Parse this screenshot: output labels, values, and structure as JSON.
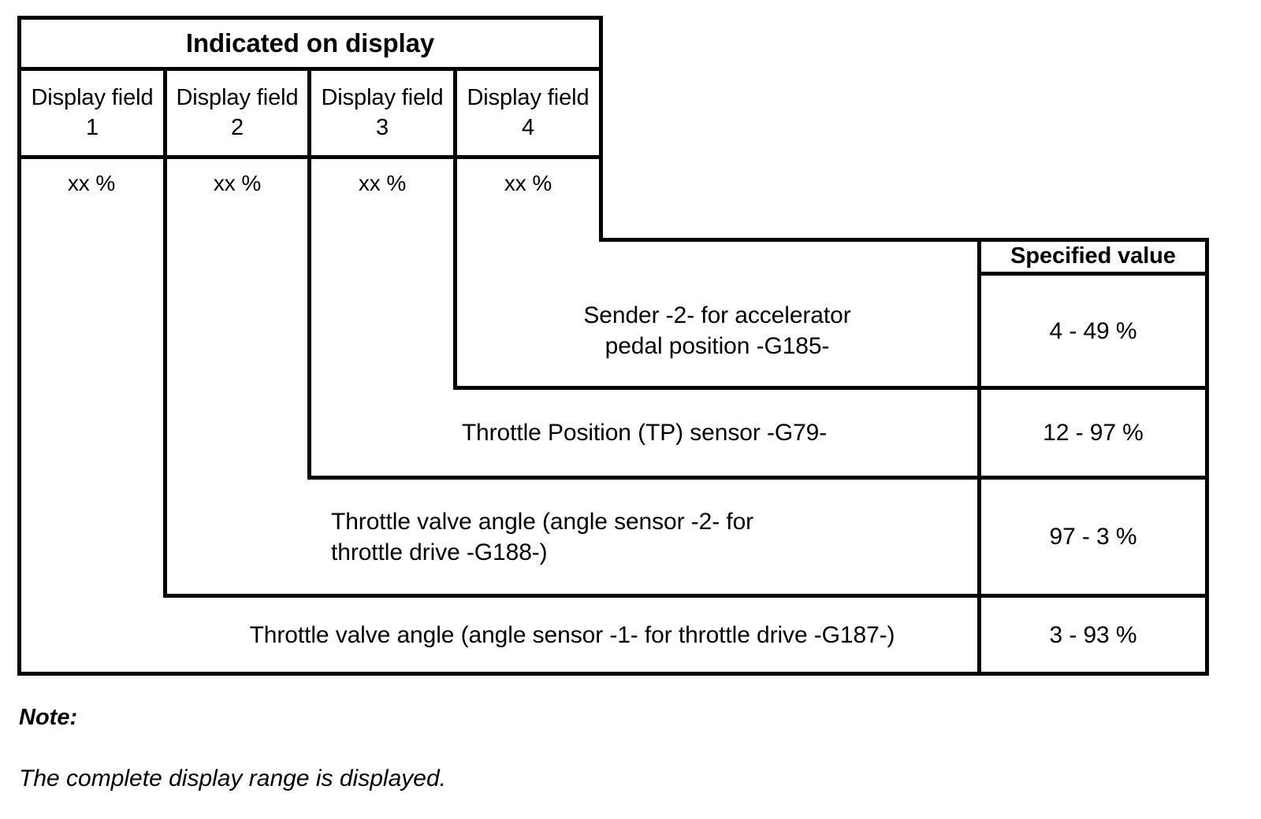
{
  "table": {
    "title": "Indicated on display",
    "spec_header": "Specified value",
    "display_fields": [
      {
        "label": "Display field",
        "number": "1",
        "value": "xx %"
      },
      {
        "label": "Display field",
        "number": "2",
        "value": "xx %"
      },
      {
        "label": "Display field",
        "number": "3",
        "value": "xx %"
      },
      {
        "label": "Display field",
        "number": "4",
        "value": "xx %"
      }
    ],
    "rows": [
      {
        "description": "Sender -2- for accelerator\npedal position -G185-",
        "specified_value": "4 - 49 %"
      },
      {
        "description": "Throttle Position (TP) sensor -G79-",
        "specified_value": "12 - 97 %"
      },
      {
        "description": "Throttle valve angle (angle sensor -2- for\nthrottle drive -G188-)",
        "specified_value": "97 - 3 %"
      },
      {
        "description": "Throttle valve angle (angle sensor -1- for throttle drive -G187-)",
        "specified_value": "3 - 93 %"
      }
    ]
  },
  "note": {
    "label": "Note:",
    "text": "The complete display range is displayed."
  }
}
